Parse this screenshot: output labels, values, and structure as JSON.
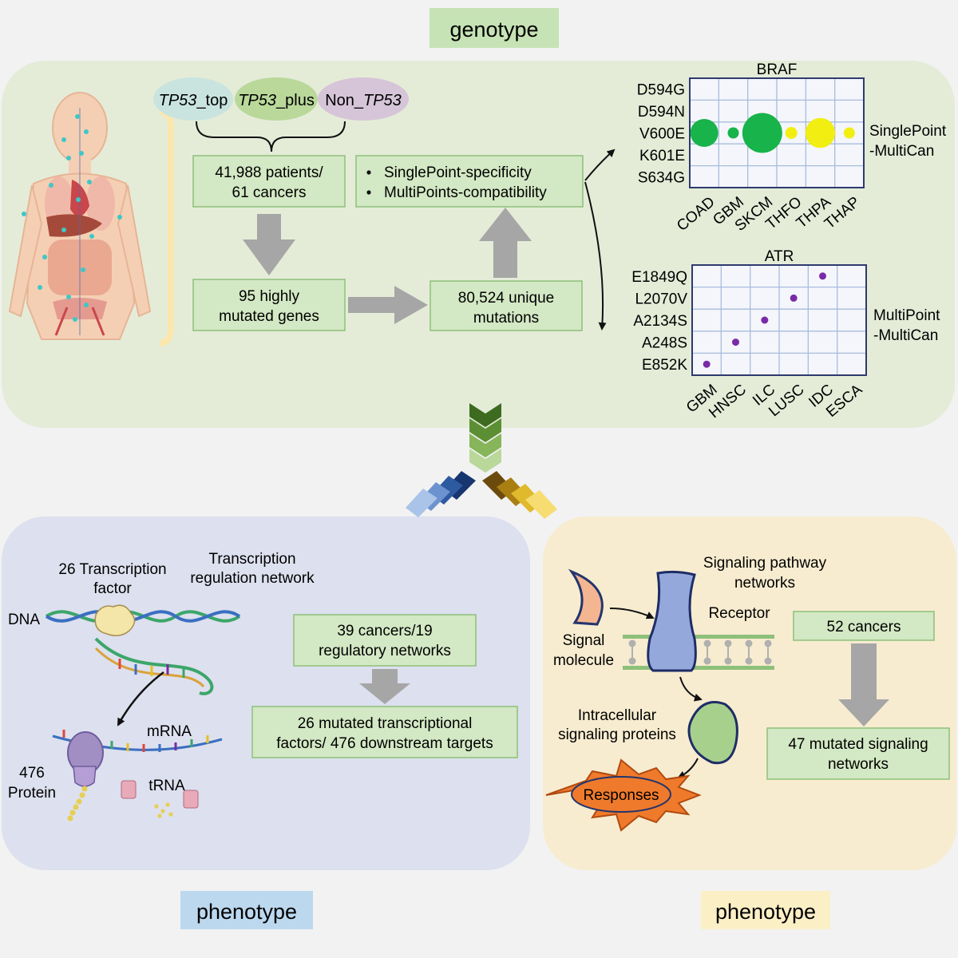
{
  "top_tag": "genotype",
  "bottom_left_tag": "phenotype",
  "bottom_right_tag": "phenotype",
  "groups": {
    "tp53_top": {
      "italic": "TP53",
      "rest": "_top"
    },
    "tp53_plus": {
      "italic": "TP53",
      "rest": "_plus"
    },
    "non_tp53": {
      "prefix": "Non_",
      "italic": "TP53"
    }
  },
  "boxes": {
    "patients": [
      "41,988 patients/",
      "61 cancers"
    ],
    "genes": [
      "95 highly",
      "mutated genes"
    ],
    "mutations": [
      "80,524 unique",
      "mutations"
    ],
    "criteria": [
      "SinglePoint-specificity",
      "MultiPoints-compatibility"
    ],
    "regulatory": [
      "39 cancers/19",
      "regulatory networks"
    ],
    "tf_targets": [
      "26 mutated transcriptional",
      "factors/ 476 downstream targets"
    ],
    "cancers52": [
      "52 cancers"
    ],
    "signaling_nets": [
      "47 mutated signaling",
      "networks"
    ]
  },
  "labels": {
    "tf": [
      "26 Transcription",
      "factor"
    ],
    "trn": [
      "Transcription",
      "regulation network"
    ],
    "dna": "DNA",
    "mrna": "mRNA",
    "protein": [
      "476",
      "Protein"
    ],
    "trna": "tRNA",
    "spn": [
      "Signaling pathway",
      "networks"
    ],
    "receptor": "Receptor",
    "signal": [
      "Signal",
      "molecule"
    ],
    "intracellular": [
      "Intracellular",
      "signaling proteins"
    ],
    "responses": "Responses"
  },
  "colors": {
    "genotype_panel": "#e4ecd8",
    "left_panel": "#dde0ee",
    "right_panel": "#f7ecd0",
    "green_box": "#d3e8c4",
    "green_border": "#8ec07a",
    "arrow_gray": "#a6a6a6",
    "grid_border": "#2e3a6e",
    "grid_line": "#a9bcdc",
    "dot_green": "#18b34a",
    "dot_yellow": "#f2ee12",
    "dot_purple": "#7a2aa6"
  },
  "chart_data": [
    {
      "type": "scatter",
      "title": "BRAF",
      "side_label": [
        "SinglePoint",
        "-MultiCan"
      ],
      "x_categories": [
        "COAD",
        "GBM",
        "SKCM",
        "THFO",
        "THPA",
        "THAP"
      ],
      "y_categories": [
        "D594G",
        "D594N",
        "V600E",
        "K601E",
        "S634G"
      ],
      "points": [
        {
          "x": "COAD",
          "y": "V600E",
          "size": 0.7,
          "color": "green"
        },
        {
          "x": "GBM",
          "y": "V600E",
          "size": 0.28,
          "color": "green"
        },
        {
          "x": "SKCM",
          "y": "V600E",
          "size": 1.0,
          "color": "green"
        },
        {
          "x": "THFO",
          "y": "V600E",
          "size": 0.3,
          "color": "yellow"
        },
        {
          "x": "THPA",
          "y": "V600E",
          "size": 0.75,
          "color": "yellow"
        },
        {
          "x": "THAP",
          "y": "V600E",
          "size": 0.28,
          "color": "yellow"
        }
      ],
      "grid": true
    },
    {
      "type": "scatter",
      "title": "ATR",
      "side_label": [
        "MultiPoint",
        "-MultiCan"
      ],
      "x_categories": [
        "GBM",
        "HNSC",
        "ILC",
        "LUSC",
        "IDC",
        "ESCA"
      ],
      "y_categories": [
        "E1849Q",
        "L2070V",
        "A2134S",
        "A248S",
        "E852K"
      ],
      "points": [
        {
          "x": "GBM",
          "y": "E852K",
          "size": 0.3,
          "color": "purple"
        },
        {
          "x": "HNSC",
          "y": "A248S",
          "size": 0.3,
          "color": "purple"
        },
        {
          "x": "ILC",
          "y": "A2134S",
          "size": 0.3,
          "color": "purple"
        },
        {
          "x": "LUSC",
          "y": "L2070V",
          "size": 0.3,
          "color": "purple"
        },
        {
          "x": "IDC",
          "y": "E1849Q",
          "size": 0.3,
          "color": "purple"
        }
      ],
      "grid": true
    }
  ]
}
